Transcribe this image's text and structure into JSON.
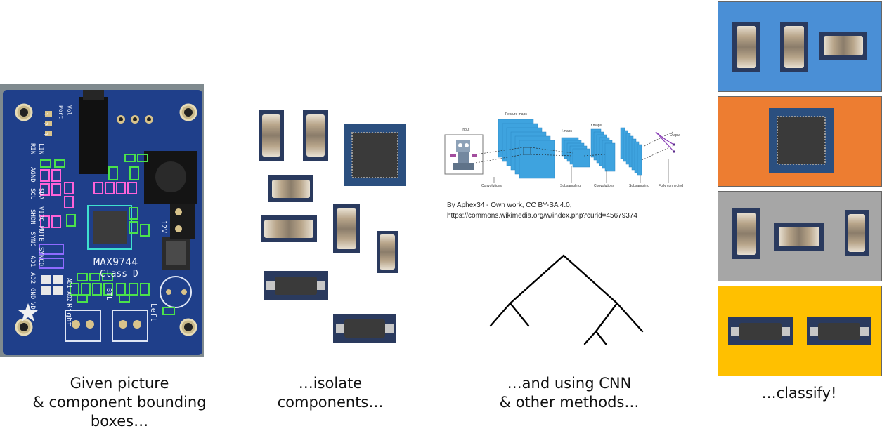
{
  "panels": [
    {
      "caption_lines": [
        "Given picture",
        "& component bounding",
        "boxes…"
      ]
    },
    {
      "caption_lines": [
        "…isolate",
        "components…"
      ]
    },
    {
      "caption_lines": [
        "…and using CNN",
        "& other methods…"
      ]
    },
    {
      "caption_lines": [
        "…classify!"
      ]
    }
  ],
  "board": {
    "chip_label_1": "MAX9744",
    "chip_label_2": "Class D",
    "pins_left": [
      "RIN",
      "LIN",
      "AGND",
      "SCL",
      "SDA",
      "VI2C",
      "SHDN",
      "MUTE",
      "SYNC",
      "SYNCO",
      "AD1",
      "AD2",
      "GND",
      "VDD"
    ],
    "port_labels": [
      "Port",
      "Vol",
      "1",
      "2",
      "3"
    ],
    "label_12v": "12V",
    "label_right": "Right",
    "label_left": "Left",
    "label_btl": "BTL",
    "label_ad": "AD1 AD2"
  },
  "cnn": {
    "input": "Input",
    "feature_maps": "Feature maps",
    "fmaps1": "f.maps",
    "fmaps2": "f.maps",
    "output": "Output",
    "conv1": "Convolutions",
    "sub1": "Subsampling",
    "conv2": "Convolutions",
    "sub2": "Subsampling",
    "fc": "Fully connected",
    "credit_line1": "By Aphex34 - Own work, CC BY-SA 4.0,",
    "credit_line2": "https://commons.wikimedia.org/w/index.php?curid=45679374"
  },
  "colors": {
    "board_blue": "#1f3f8a",
    "class_blue": "#4a8fd6",
    "class_orange": "#ed7d31",
    "class_gray": "#a6a6a6",
    "class_yellow": "#ffc000",
    "cnn_blue": "#3ea3df"
  }
}
